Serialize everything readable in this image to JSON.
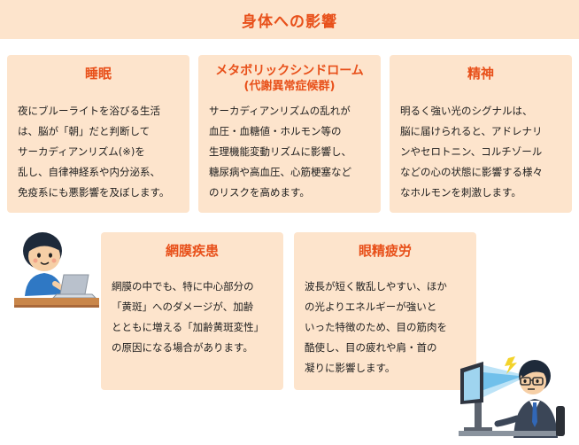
{
  "header": {
    "title": "身体への影響"
  },
  "cards": [
    {
      "title": "睡眠",
      "lines": [
        "夜にブルーライトを浴びる生活",
        "は、脳が「朝」だと判断して",
        "サーカディアンリズム(※)を",
        "乱し、自律神経系や内分泌系、",
        "免疫系にも悪影響を及ぼします。"
      ]
    },
    {
      "title": "メタボリックシンドローム",
      "subtitle": "(代謝異常症候群)",
      "lines": [
        "サーカディアンリズムの乱れが",
        "血圧・血糖値・ホルモン等の",
        "生理機能変動リズムに影響し、",
        "糖尿病や高血圧、心筋梗塞など",
        "のリスクを高めます。"
      ]
    },
    {
      "title": "精神",
      "lines": [
        "明るく強い光のシグナルは、",
        "脳に届けられると、アドレナリ",
        "ンやセロトニン、コルチゾール",
        "などの心の状態に影響する様々",
        "なホルモンを刺激します。"
      ]
    },
    {
      "title": "網膜疾患",
      "lines": [
        "網膜の中でも、特に中心部分の",
        "「黄斑」へのダメージが、加齢",
        "とともに増える「加齢黄斑変性」",
        "の原因になる場合があります。"
      ]
    },
    {
      "title": "眼精疲労",
      "lines": [
        "波長が短く散乱しやすい、ほか",
        "の光よりエネルギーが強いと",
        "いった特徴のため、目の筋肉を",
        "酷使し、目の疲れや肩・首の",
        "凝りに影響します。"
      ]
    }
  ],
  "colors": {
    "accent": "#e8501a",
    "card_bg": "#fde4cc"
  },
  "illustrations": {
    "left": "person-with-laptop-icon",
    "right": "person-at-monitor-icon"
  }
}
